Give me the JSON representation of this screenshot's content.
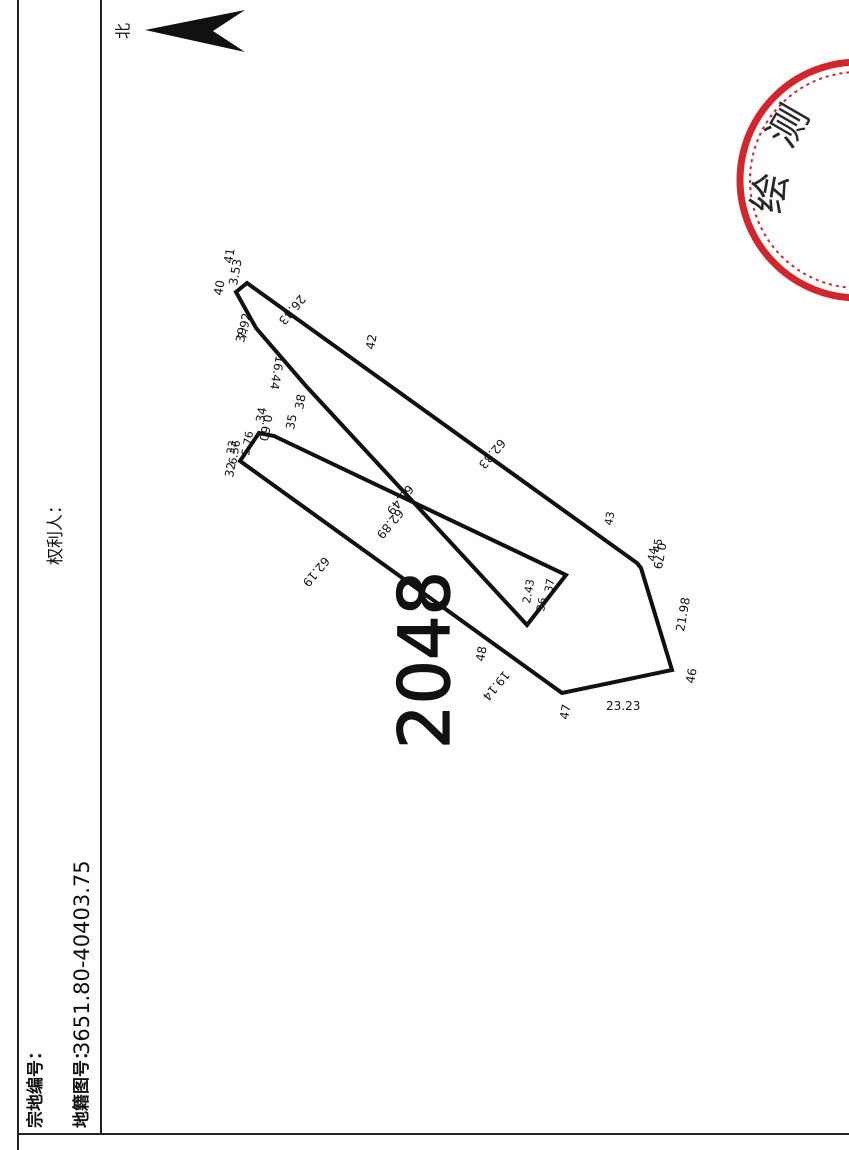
{
  "header": {
    "parcel_number_label": "宗地编号：",
    "map_sheet_label": "地籍图号：",
    "map_sheet_value": "3651.80-40403.75",
    "owner_label": "权利人："
  },
  "north": {
    "label": "北"
  },
  "parcel": {
    "id": "2048"
  },
  "points": [
    {
      "id": "p41",
      "label": "41"
    },
    {
      "id": "p40",
      "label": "40"
    },
    {
      "id": "p39",
      "label": "39"
    },
    {
      "id": "p38",
      "label": "38"
    },
    {
      "id": "p42",
      "label": "42"
    },
    {
      "id": "p43",
      "label": "43"
    },
    {
      "id": "p44",
      "label": "44"
    },
    {
      "id": "p45",
      "label": "45"
    },
    {
      "id": "p46",
      "label": "46"
    },
    {
      "id": "p47",
      "label": "47"
    },
    {
      "id": "p48",
      "label": "48"
    },
    {
      "id": "p32",
      "label": "32"
    },
    {
      "id": "p33",
      "label": "33"
    },
    {
      "id": "p34",
      "label": "34"
    },
    {
      "id": "p35",
      "label": "35"
    },
    {
      "id": "p36",
      "label": "36"
    },
    {
      "id": "p37",
      "label": "37"
    }
  ],
  "edges": [
    {
      "id": "e40-41",
      "label": "3.53"
    },
    {
      "id": "e39-40",
      "label": "7.92"
    },
    {
      "id": "e38-39",
      "label": "16.44"
    },
    {
      "id": "e41-42",
      "label": "26.43"
    },
    {
      "id": "e42-43",
      "label": "62.33"
    },
    {
      "id": "e43-44",
      "label": "0.79"
    },
    {
      "id": "e44-46",
      "label": "21.98"
    },
    {
      "id": "e46-47",
      "label": "23.23"
    },
    {
      "id": "e47-48",
      "label": "19.14"
    },
    {
      "id": "e48-32",
      "label": "62.19"
    },
    {
      "id": "e32-33",
      "label": "6.56"
    },
    {
      "id": "e33-34",
      "label": "5.76"
    },
    {
      "id": "e34-35",
      "label": "0.60"
    },
    {
      "id": "e35-36",
      "label": "62.89"
    },
    {
      "id": "e36-37",
      "label": "2.43"
    },
    {
      "id": "e37-38",
      "label": "65.49"
    }
  ],
  "seal": {
    "text": "测绘"
  }
}
